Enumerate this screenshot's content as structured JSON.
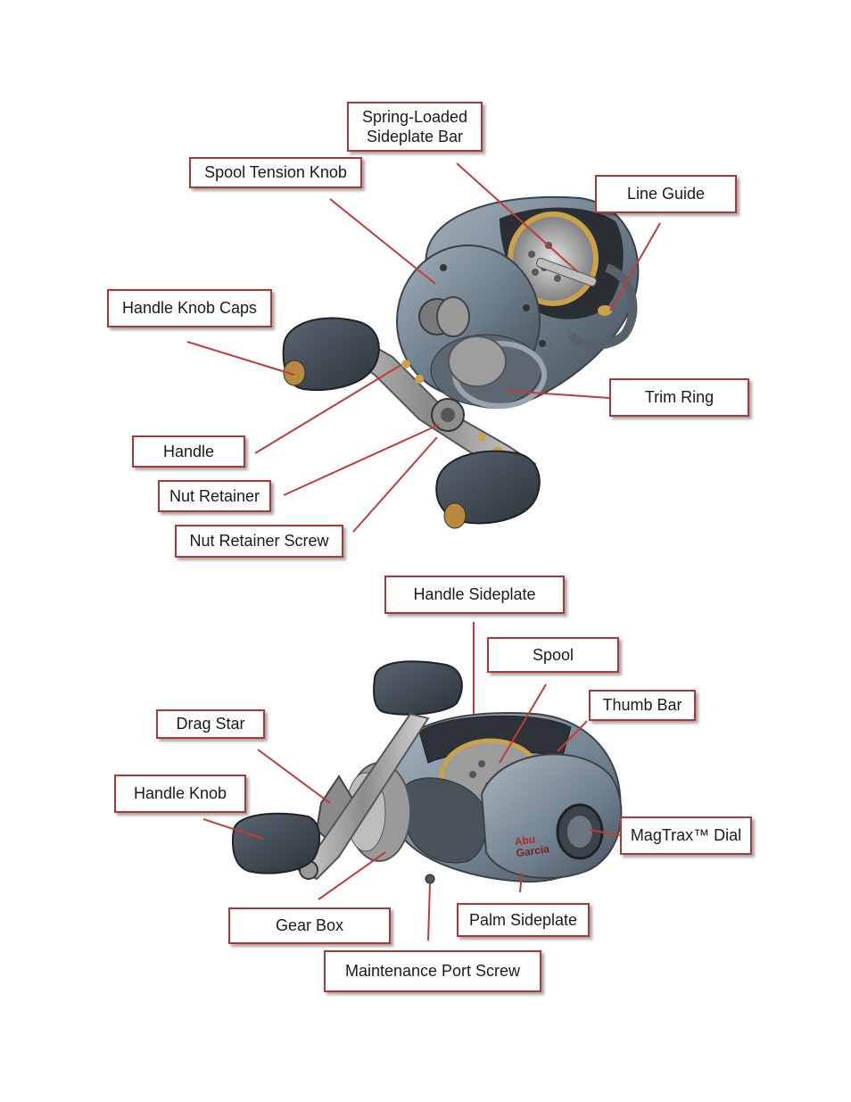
{
  "colors": {
    "label_border": "#b03535",
    "leader_line": "#c23b3b",
    "reel_body": "#6f7f8c",
    "reel_dark": "#2f363d",
    "knob": "#3e4852",
    "spool_gold": "#c9a24a"
  },
  "top_diagram": {
    "labels": {
      "spring_loaded_sideplate_bar": "Spring-Loaded Sideplate Bar",
      "spool_tension_knob": "Spool Tension Knob",
      "line_guide": "Line Guide",
      "handle_knob_caps": "Handle Knob Caps",
      "trim_ring": "Trim Ring",
      "handle": "Handle",
      "nut_retainer": "Nut Retainer",
      "nut_retainer_screw": "Nut Retainer Screw"
    }
  },
  "bottom_diagram": {
    "labels": {
      "handle_sideplate": "Handle Sideplate",
      "spool": "Spool",
      "thumb_bar": "Thumb Bar",
      "drag_star": "Drag Star",
      "handle_knob": "Handle Knob",
      "magtrax_dial": "MagTrax™ Dial",
      "gear_box": "Gear Box",
      "palm_sideplate": "Palm Sideplate",
      "maintenance_port_screw": "Maintenance Port Screw"
    },
    "brand_logo": "Abu Garcia"
  }
}
